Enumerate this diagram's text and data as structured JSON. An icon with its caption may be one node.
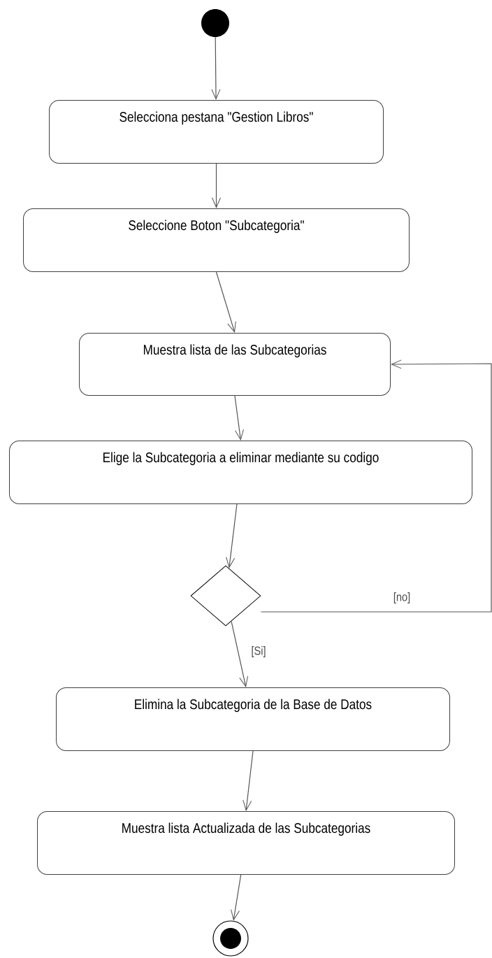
{
  "diagram": {
    "nodes": [
      {
        "text": [],
        "shape": "circle"
      },
      {
        "text": [
          "Selecciona pestana \"Gestion Libros\""
        ]
      },
      {
        "text": [
          "Seleccione Boton \"Subcategoria\""
        ]
      },
      {
        "text": [
          "Muestra lista de las Subcategorias"
        ]
      },
      {
        "text": [
          "Elige la Subcategoria a eliminar mediante su codigo"
        ]
      },
      {
        "text": [],
        "shape": "diamond"
      },
      {
        "text": [
          "Elimina la Subcategoria de la Base de Datos"
        ]
      },
      {
        "text": [
          "Muestra lista Actualizada de las Subcategorias"
        ]
      },
      {
        "text": [],
        "shape": "circle"
      }
    ],
    "edges": [
      {
        "from": 0,
        "to": 1,
        "arrow": "to"
      },
      {
        "from": 1,
        "to": 2,
        "arrow": "to"
      },
      {
        "from": 2,
        "to": 3,
        "arrow": "to"
      },
      {
        "from": 3,
        "to": 4,
        "arrow": "to"
      },
      {
        "from": 4,
        "to": 5,
        "arrow": "to"
      },
      {
        "from": 5,
        "to": 6,
        "arrow": "to",
        "label": "[Si]"
      },
      {
        "from": 5,
        "to": 3,
        "arrow": "to",
        "label": "[no]"
      },
      {
        "from": 6,
        "to": 7,
        "arrow": "to"
      },
      {
        "from": 7,
        "to": 8,
        "arrow": "to"
      }
    ]
  }
}
